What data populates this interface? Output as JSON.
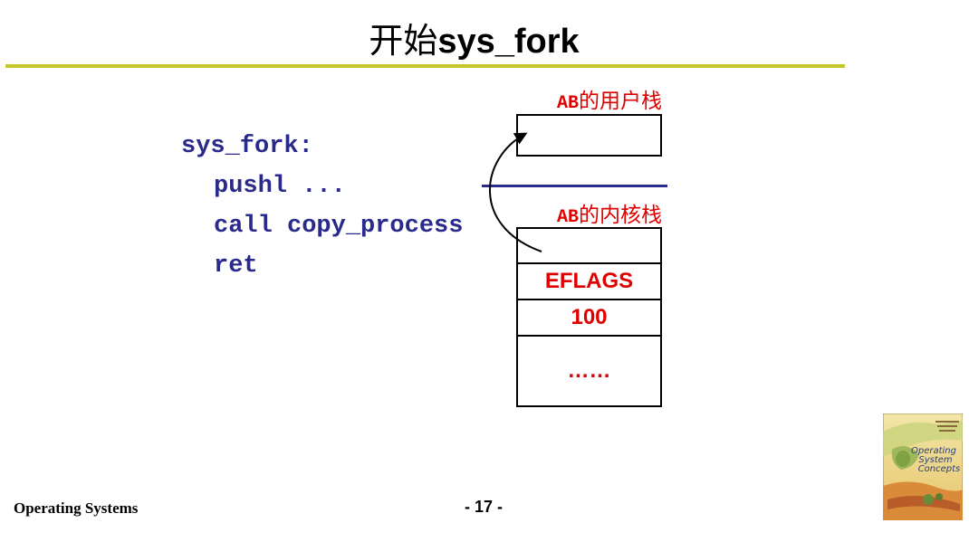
{
  "title": {
    "prefix": "开始",
    "main": "sys_fork"
  },
  "code": {
    "lines": [
      "sys_fork:",
      "pushl ...",
      "call copy_process",
      "ret"
    ]
  },
  "user_stack": {
    "label_ab": "AB",
    "label_rest": "的用户栈"
  },
  "kernel_stack": {
    "label_ab": "AB",
    "label_rest": "的内核栈",
    "cells": [
      "",
      "EFLAGS",
      "100",
      "……"
    ]
  },
  "footer": {
    "course": "Operating Systems",
    "page": "- 17 -"
  },
  "book_cover": {
    "title_lines": [
      "Operating",
      "System",
      "Concepts"
    ]
  },
  "colors": {
    "accent_rule": "#c4c62a",
    "code": "#2a2a8c",
    "stack_text": "#e00000"
  }
}
